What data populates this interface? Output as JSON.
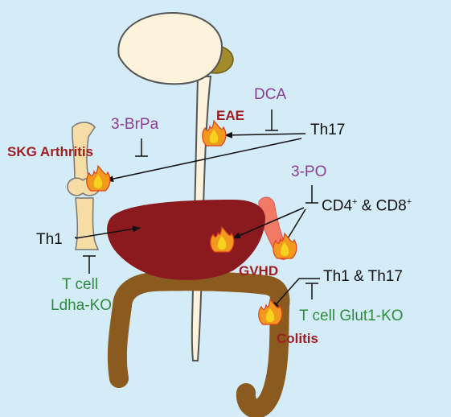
{
  "labels": {
    "dca": "DCA",
    "eae": "EAE",
    "th17": "Th17",
    "brpa": "3-BrPa",
    "skg": "SKG Arthritis",
    "po": "3-PO",
    "cd4": "CD4",
    "plus1": "+",
    "amp": " & CD8",
    "plus2": "+",
    "th1": "Th1",
    "gvhd": "GVHD",
    "th1th17": "Th1 & Th17",
    "tcell1": "T cell",
    "ldha": "Ldha-KO",
    "glut": "T cell Glut1-KO",
    "colitis": "Colitis"
  },
  "colors": {
    "background": "#d4ecf7",
    "brain": "#fdf3dd",
    "cerebellum": "#a38b2c",
    "bone": "#f6dca5",
    "liver": "#8a1a1e",
    "spleen": "#f07a66",
    "intestine": "#8a5a1e",
    "flame_outer": "#f29a1e",
    "flame_inner": "#f7d21e",
    "activator": "#8a3d97",
    "inhibitor_green": "#2e8b3d",
    "disease": "#a01e22"
  }
}
